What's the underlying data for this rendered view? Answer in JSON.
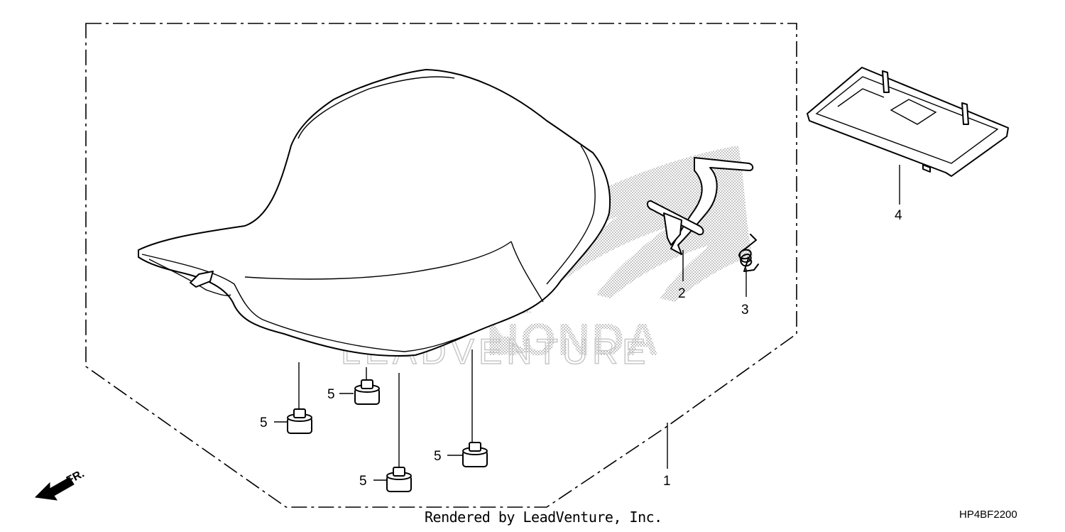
{
  "diagram": {
    "callouts": {
      "seat": "1",
      "hook": "2",
      "spring": "3",
      "cover": "4",
      "cushion": "5"
    },
    "direction_label": "FR.",
    "watermark_text": "LEADVENTURE",
    "logo_text": "HONDA",
    "colors": {
      "line": "#000000",
      "background": "#ffffff",
      "watermark": "#c8c8c8"
    }
  },
  "footer": {
    "credit": "Rendered by LeadVenture, Inc.",
    "diagram_code": "HP4BF2200"
  }
}
